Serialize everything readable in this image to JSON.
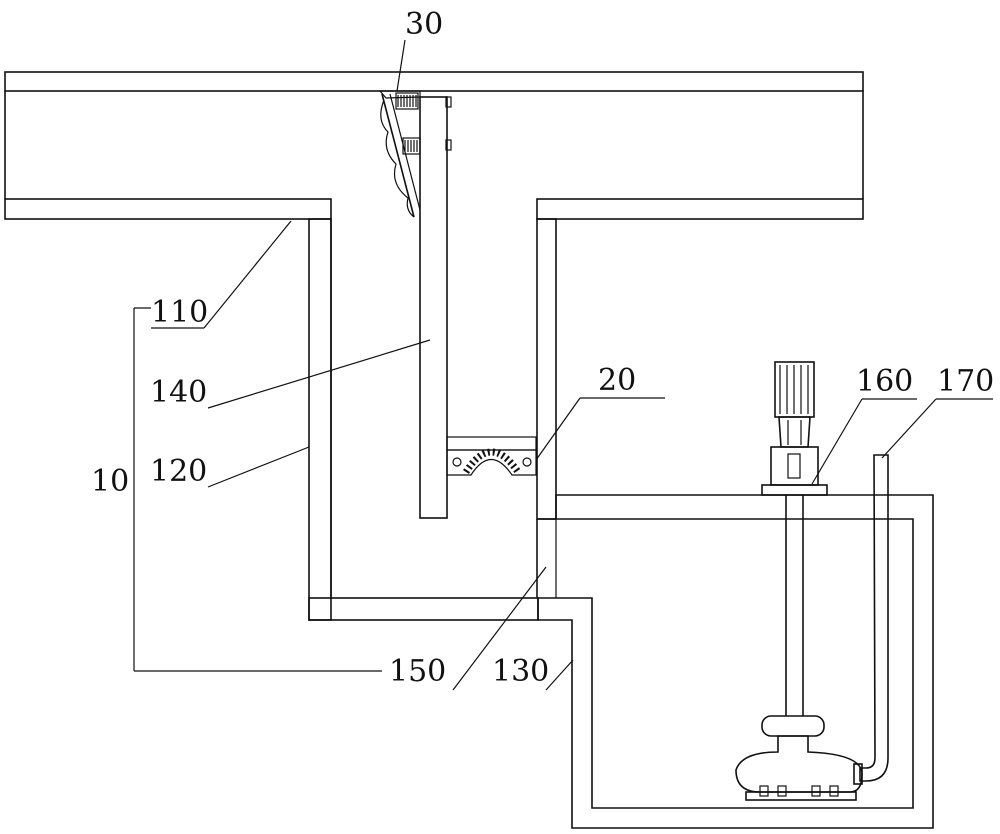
{
  "labels": {
    "l30": "30",
    "l110": "110",
    "l140": "140",
    "l20": "20",
    "l160": "160",
    "l170": "170",
    "l10": "10",
    "l120": "120",
    "l150": "150",
    "l130": "130"
  }
}
